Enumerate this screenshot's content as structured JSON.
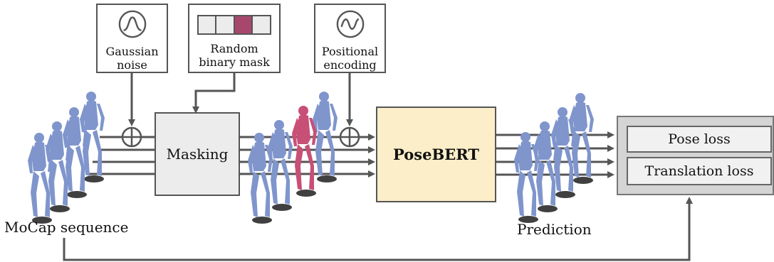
{
  "inputs": {
    "gaussian_noise": {
      "label": "Gaussian\nnoise",
      "icon": "gaussian-curve-icon"
    },
    "random_binary_mask": {
      "label": "Random\nbinary mask",
      "icon": "binary-mask-icon",
      "highlight_color": "#a8476e"
    },
    "positional_encoding": {
      "label": "Positional\nencoding",
      "icon": "sine-wave-icon"
    }
  },
  "blocks": {
    "masking": "Masking",
    "posebert": "PoseBERT"
  },
  "losses": [
    "Pose loss",
    "Translation loss"
  ],
  "captions": {
    "mocap_sequence": "MoCap sequence",
    "prediction": "Prediction"
  },
  "colors": {
    "figure": "#7f95cc",
    "masked_figure": "#c84f76",
    "posebert_fill": "#fbeec8",
    "masking_fill": "#ececec",
    "loss_fill": "#d4d4d4"
  }
}
